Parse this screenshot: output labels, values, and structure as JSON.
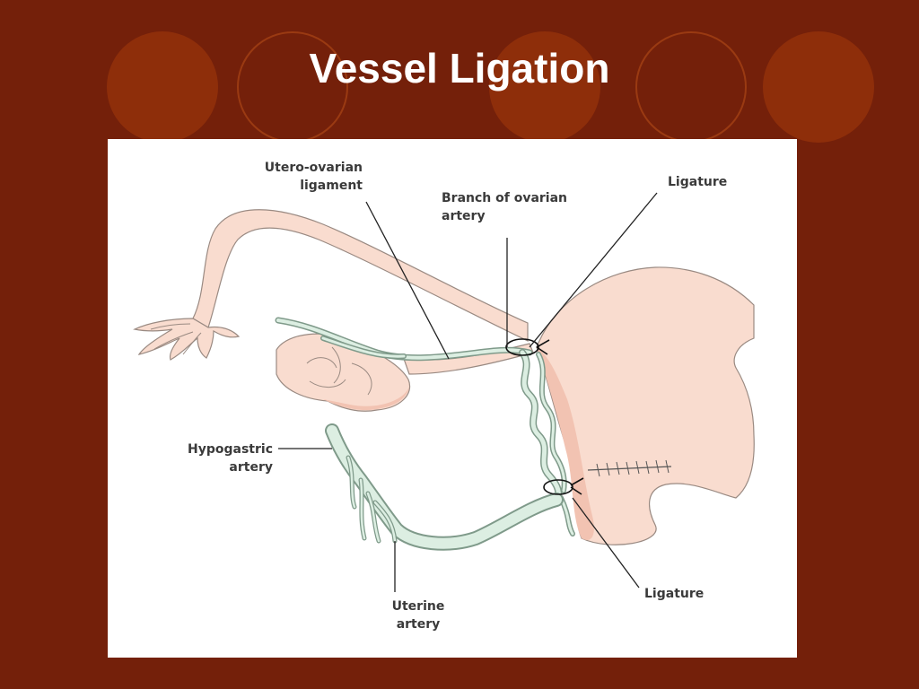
{
  "slide": {
    "title": "Vessel Ligation",
    "background_color": "#74200a",
    "decor_color": "#8e2e0a"
  },
  "diagram": {
    "labels": {
      "utero_ovarian_line1": "Utero-ovarian",
      "utero_ovarian_line2": "ligament",
      "branch_ovarian_line1": "Branch of ovarian",
      "branch_ovarian_line2": "artery",
      "ligature_top": "Ligature",
      "hypogastric_line1": "Hypogastric",
      "hypogastric_line2": "artery",
      "uterine_line1": "Uterine",
      "uterine_line2": "artery",
      "ligature_bottom": "Ligature"
    },
    "colors": {
      "tissue": "#f9dccf",
      "vessel": "#dceee2"
    }
  }
}
